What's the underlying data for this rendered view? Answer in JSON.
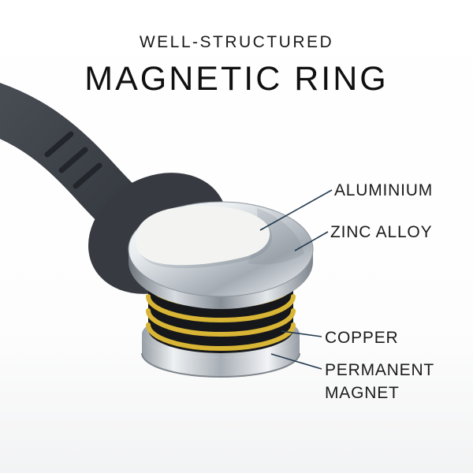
{
  "header": {
    "subtitle": "WELL-STRUCTURED",
    "title": "MAGNETIC RING"
  },
  "callouts": {
    "aluminium": {
      "label": "ALUMINIUM"
    },
    "zinc_alloy": {
      "label": "ZINC ALLOY"
    },
    "copper": {
      "label": "COPPER"
    },
    "permanent_magnet": {
      "label": "PERMANENT MAGNET"
    }
  },
  "illustration": {
    "colors": {
      "cable": "#3a3e44",
      "connector_housing": "#373b41",
      "coil_body": "#16171a",
      "copper_stripe": "#d9b535",
      "chrome_light": "#f4f6f8",
      "chrome_dark": "#9aa1a8",
      "aluminium_plate": "#f3f4f1",
      "leader_line": "#233a4e",
      "text": "#1b1b1b"
    }
  }
}
